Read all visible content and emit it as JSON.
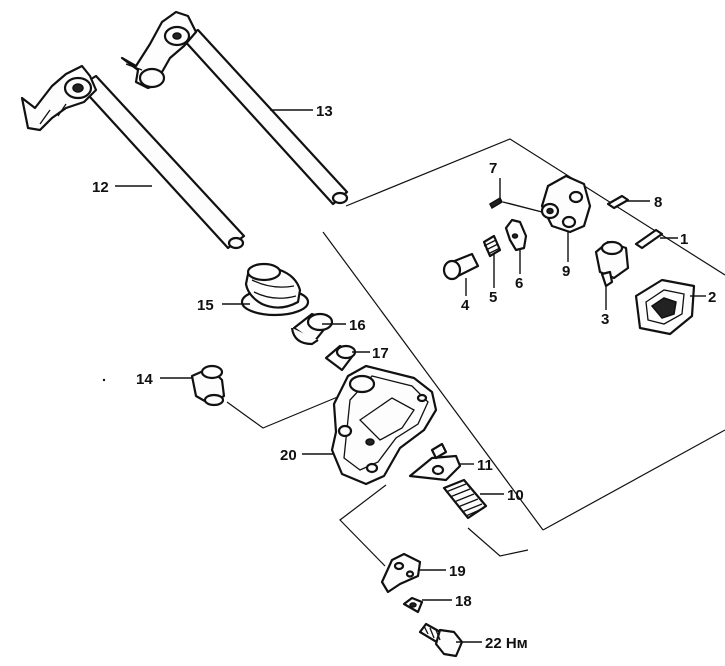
{
  "callouts": {
    "p1": "1",
    "p2": "2",
    "p3": "3",
    "p4": "4",
    "p5": "5",
    "p6": "6",
    "p7": "7",
    "p8": "8",
    "p9": "9",
    "p10": "10",
    "p11": "11",
    "p12": "12",
    "p13": "13",
    "p14": "14",
    "p15": "15",
    "p16": "16",
    "p17": "17",
    "p18": "18",
    "p19": "19",
    "p20": "20",
    "p22": "22 Нм"
  }
}
